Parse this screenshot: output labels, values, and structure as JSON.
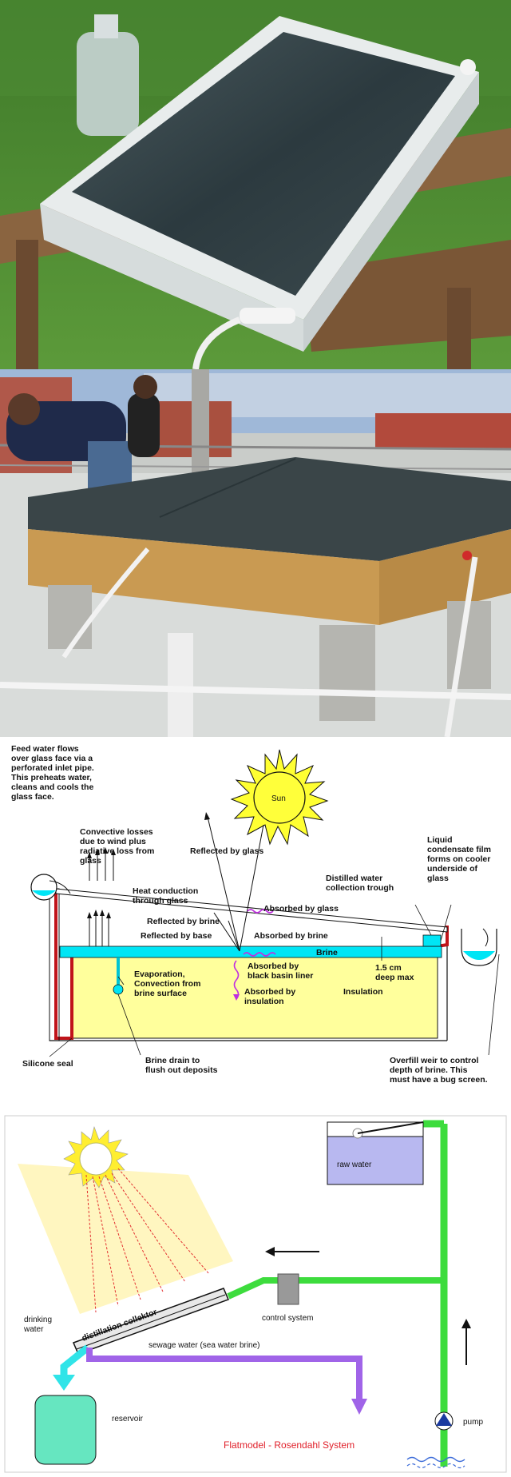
{
  "photo1": {
    "scene": "white-framed solar still panel on sawhorses on grass"
  },
  "photo2": {
    "scene": "two people installing wooden-boxed solar still on a rooftop"
  },
  "diagram1": {
    "sun": "Sun",
    "feed_water": [
      "Feed water flows",
      "over glass face via a",
      "perforated inlet pipe.",
      "This preheats water,",
      "cleans and cools the",
      "glass face."
    ],
    "convective": [
      "Convective losses",
      "due to wind plus",
      "radiative loss from",
      "glass"
    ],
    "reflected_glass": "Reflected by glass",
    "liquid_condensate": [
      "Liquid",
      "condensate film",
      "forms on cooler",
      "underside of",
      "glass"
    ],
    "distilled_trough": [
      "Distilled water",
      "collection trough"
    ],
    "heat_conduction": [
      "Heat conduction",
      "through glass"
    ],
    "absorbed_glass": "Absorbed by glass",
    "reflected_brine": "Reflected by brine",
    "reflected_base": "Reflected by base",
    "absorbed_brine": "Absorbed by brine",
    "brine": "Brine",
    "depth": [
      "1.5 cm",
      "deep max"
    ],
    "evaporation": [
      "Evaporation,",
      "Convection from",
      "brine surface"
    ],
    "absorbed_liner": [
      "Absorbed by",
      "black basin liner"
    ],
    "absorbed_insulation": [
      "Absorbed by",
      "insulation"
    ],
    "insulation": "Insulation",
    "silicone": "Silicone seal",
    "brine_drain": [
      "Brine drain to",
      "flush out deposits"
    ],
    "overfill": [
      "Overfill weir to control",
      "depth of brine.  This",
      "must have a bug screen."
    ]
  },
  "diagram2": {
    "raw_water": "raw water",
    "control_system": "control system",
    "collector": "distillation collektor",
    "drinking_water": [
      "drinking",
      "water"
    ],
    "sewage": "sewage water (sea water brine)",
    "reservoir": "reservoir",
    "pump": "pump",
    "caption": "Flatmodel - Rosendahl System"
  },
  "colors": {
    "brine": "#00e5f5",
    "insulation": "#ffff9c",
    "seal": "#c0141a",
    "pipe_green": "#3ddc3d",
    "pipe_purple": "#a064e8",
    "caption_red": "#e0202a"
  }
}
